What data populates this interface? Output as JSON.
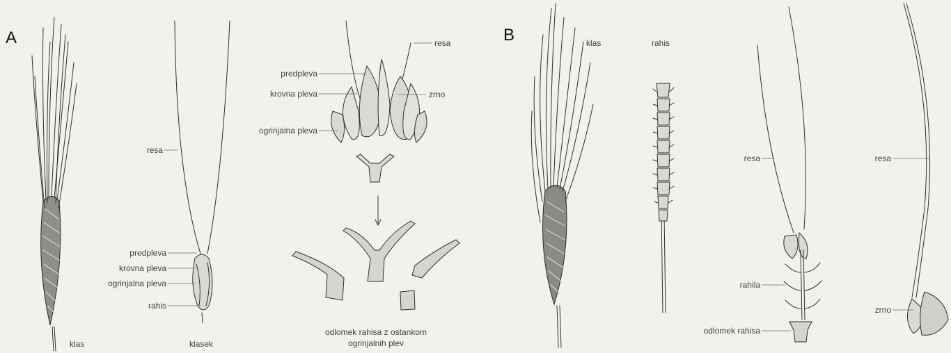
{
  "panels": {
    "a": {
      "letter": "A",
      "labels": {
        "klas": "klas",
        "klasek": "klasek",
        "resa_spikelet": "resa",
        "predpleva": "predpleva",
        "krovna_pleva": "krovna pleva",
        "ogrinjalna_pleva": "ogrinjalna pleva",
        "rahis": "rahis",
        "resa_floret": "resa",
        "predpleva_floret": "predpleva",
        "krovna_pleva_floret": "krovna pleva",
        "ogrinjalna_pleva_floret": "ogrinjalna pleva",
        "zrno": "zrno",
        "caption_line1": "odlomek rahisa z ostankom",
        "caption_line2": "ogrinjalnih plev"
      }
    },
    "b": {
      "letter": "B",
      "labels": {
        "klas": "klas",
        "rahis": "rahis",
        "resa_left": "resa",
        "rahila": "rahila",
        "odlomek_rahisa": "odlomek rahisa",
        "resa_right": "resa",
        "zrno": "zrno"
      }
    }
  },
  "colors": {
    "background": "#f2f1ee",
    "ink": "#2e2e2e",
    "leader": "#6a6a6a",
    "fill": "#d9d9d6"
  }
}
